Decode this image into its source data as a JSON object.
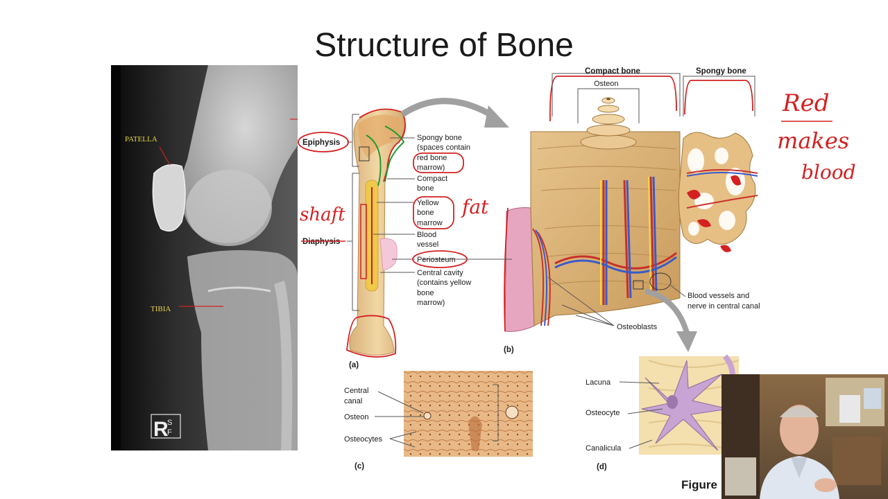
{
  "slide": {
    "title": "Structure of Bone",
    "footer": "Figure"
  },
  "xray": {
    "label_patella": "PATELLA",
    "label_tibia": "TIBIA",
    "logo_mark": "R",
    "logo_small_top": "S",
    "logo_small_bottom": "F"
  },
  "panel_a": {
    "letter": "(a)",
    "epiphysis": "Epiphysis",
    "diaphysis": "Diaphysis",
    "spongy": [
      "Spongy bone",
      "(spaces contain",
      "red bone",
      "marrow)"
    ],
    "compact": [
      "Compact",
      "bone"
    ],
    "yellow": [
      "Yellow",
      "bone",
      "marrow"
    ],
    "vessel": [
      "Blood",
      "vessel"
    ],
    "periosteum": "Periosteum",
    "cavity": [
      "Central cavity",
      "(contains yellow",
      "bone",
      "marrow)"
    ]
  },
  "panel_b": {
    "letter": "(b)",
    "compact": "Compact bone",
    "spongy": "Spongy bone",
    "osteon": "Osteon",
    "vessels": [
      "Blood vessels and",
      "nerve in central canal"
    ],
    "osteoblasts": "Osteoblasts"
  },
  "panel_c": {
    "letter": "(c)",
    "central_canal": [
      "Central",
      "canal"
    ],
    "osteon": "Osteon",
    "osteocytes": "Osteocytes"
  },
  "panel_d": {
    "letter": "(d)",
    "lacuna": "Lacuna",
    "osteocyte": "Osteocyte",
    "canalicula": "Canalicula"
  },
  "annotations": {
    "shaft": "shaft",
    "fat": "fat",
    "red": "Red",
    "makes": "makes",
    "blood": "blood"
  }
}
